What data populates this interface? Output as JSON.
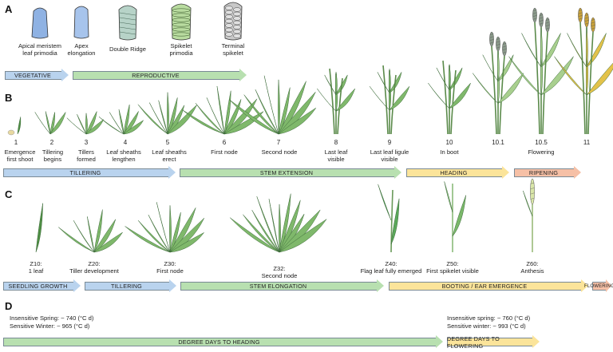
{
  "panels": {
    "a": "A",
    "b": "B",
    "c": "C",
    "d": "D"
  },
  "panel_a": {
    "stages": [
      {
        "label": "Apical meristem\nleaf primodia"
      },
      {
        "label": "Apex\nelongation"
      },
      {
        "label": "Double Ridge"
      },
      {
        "label": "Spikelet\nprimodia"
      },
      {
        "label": "Terminal\nspikelet"
      }
    ],
    "arrows": [
      {
        "label": "VEGETATIVE",
        "color": "#b9d3ee"
      },
      {
        "label": "REPRODUCTIVE",
        "color": "#b8e0b0"
      }
    ]
  },
  "panel_b": {
    "stages": [
      {
        "num": "1",
        "label": "Emergence\nfirst shoot"
      },
      {
        "num": "2",
        "label": "Tillering\nbegins"
      },
      {
        "num": "3",
        "label": "Tillers\nformed"
      },
      {
        "num": "4",
        "label": "Leaf sheaths\nlengthen"
      },
      {
        "num": "5",
        "label": "Leaf sheaths\nerect"
      },
      {
        "num": "6",
        "label": "First node"
      },
      {
        "num": "7",
        "label": "Second node"
      },
      {
        "num": "8",
        "label": "Last leaf\nvisible"
      },
      {
        "num": "9",
        "label": "Last leaf ligule\nvisible"
      },
      {
        "num": "10",
        "label": "In boot"
      },
      {
        "num": "10.1",
        "label": ""
      },
      {
        "num": "10.5",
        "label": "Flowering"
      },
      {
        "num": "11",
        "label": ""
      }
    ],
    "arrows": [
      {
        "label": "TILLERING",
        "color": "#b9d3ee"
      },
      {
        "label": "STEM EXTENSION",
        "color": "#b8e0b0"
      },
      {
        "label": "HEADING",
        "color": "#fbe49a"
      },
      {
        "label": "RIPENING",
        "color": "#f6c0a6"
      }
    ]
  },
  "panel_c": {
    "stages": [
      {
        "label": "Z10:\n1 leaf"
      },
      {
        "label": "Z20:\nTiller development"
      },
      {
        "label": "Z30:\nFirst node"
      },
      {
        "label": "Z32:\nSecond node"
      },
      {
        "label": "Z40:\nFlag leaf fully emerged"
      },
      {
        "label": "Z50:\nFirst spikelet visible"
      },
      {
        "label": "Z60:\nAnthesis"
      }
    ],
    "arrows": [
      {
        "label": "SEEDLING GROWTH",
        "color": "#b9d3ee"
      },
      {
        "label": "TILLERING",
        "color": "#b9d3ee"
      },
      {
        "label": "STEM ELONGATION",
        "color": "#b8e0b0"
      },
      {
        "label": "BOOTING / EAR EMERGENCE",
        "color": "#fbe49a"
      },
      {
        "label": "FLOWERING",
        "color": "#f6c0a6"
      }
    ]
  },
  "panel_d": {
    "heading_text": "Insensitive Spring: ~ 740 (°C d)\nSensitive Winter: ~ 965 (°C d)",
    "flowering_text": "Insensitive spring: ~ 760 (°C d)\nSensitive winter: ~ 993 (°C d)",
    "arrows": [
      {
        "label": "DEGREE DAYS TO HEADING",
        "color": "#b8e0b0"
      },
      {
        "label": "DEGREE DAYS TO FLOWERING",
        "color": "#fbe49a"
      }
    ]
  }
}
